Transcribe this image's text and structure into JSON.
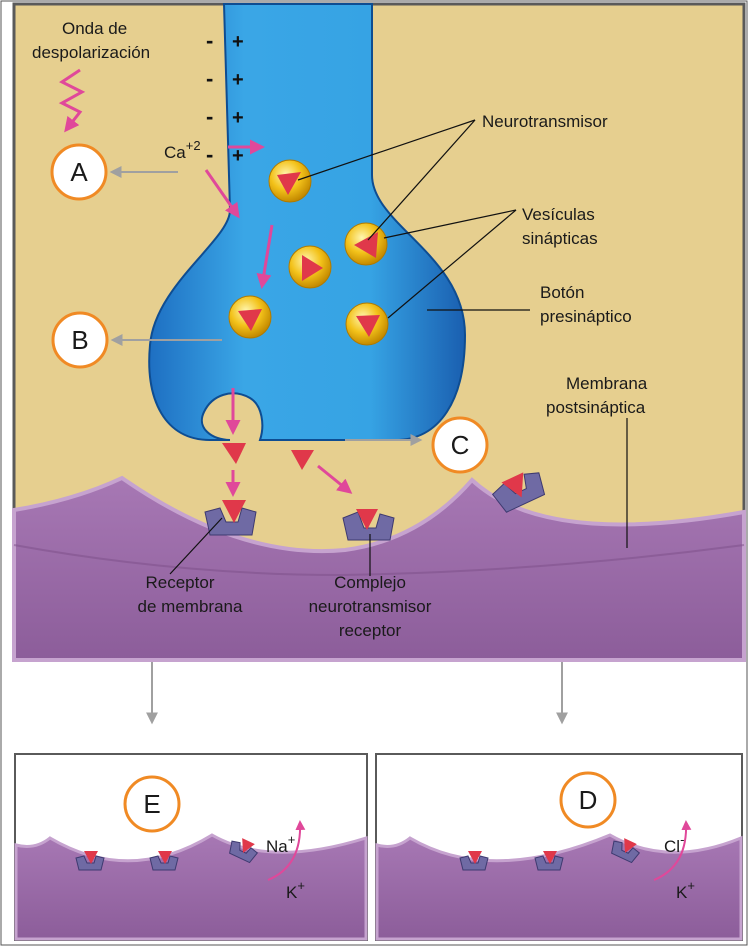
{
  "labels": {
    "onda_line1": "Onda de",
    "onda_line2": "despolarización",
    "calcium": "Ca",
    "calcium_sup": "+2",
    "neurotransmisor": "Neurotransmisor",
    "vesiculas_line1": "Vesículas",
    "vesiculas_line2": "sinápticas",
    "boton_line1": "Botón",
    "boton_line2": "presináptico",
    "membrana_post_line1": "Membrana",
    "membrana_post_line2": "postsináptica",
    "receptor_line1": "Receptor",
    "receptor_line2": "de membrana",
    "complejo_line1": "Complejo",
    "complejo_line2": "neurotransmisor",
    "complejo_line3": "receptor"
  },
  "steps": {
    "a": "A",
    "b": "B",
    "c": "C",
    "d": "D",
    "e": "E"
  },
  "ions": {
    "na": "Na",
    "na_sup": "+",
    "k": "K",
    "k_sup": "+",
    "cl": "Cl",
    "cl_sup": "-"
  },
  "charges": {
    "negative": "-",
    "positive": "+"
  },
  "colors": {
    "extracellular": "#e6cf8f",
    "presynaptic": "#2e9ee0",
    "membrane": "#9a6aa6",
    "vesicle": "#f3c21a",
    "neurotransmitter": "#e0384a",
    "receptor": "#6f6aa4",
    "arrow": "#e0489a",
    "step_circle": "#f08a24"
  }
}
